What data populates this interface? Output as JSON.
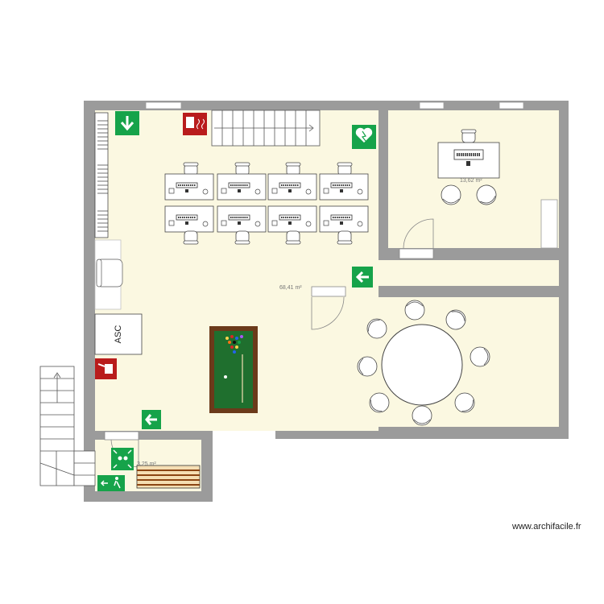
{
  "rooms": {
    "main_area": "68,41 m²",
    "office_area": "13,62 m²",
    "small_area": "3,25 m²"
  },
  "elevator": {
    "label": "ASC"
  },
  "watermark": "www.archifacile.fr",
  "colors": {
    "wall": "#9b9b9b",
    "floor": "#fbf8e1",
    "exit_sign": "#16a34a",
    "fire_sign": "#b91c1c",
    "billiard_felt": "#1f6f2e",
    "billiard_frame": "#6b3a1a",
    "bench_wood": "#8b4513"
  },
  "icons": [
    "exit-down-sign-icon",
    "fire-alarm-sign-icon",
    "defibrillator-sign-icon",
    "exit-left-sign-icon",
    "fire-extinguisher-sign-icon",
    "assembly-point-sign-icon",
    "emergency-exit-sign-icon"
  ]
}
